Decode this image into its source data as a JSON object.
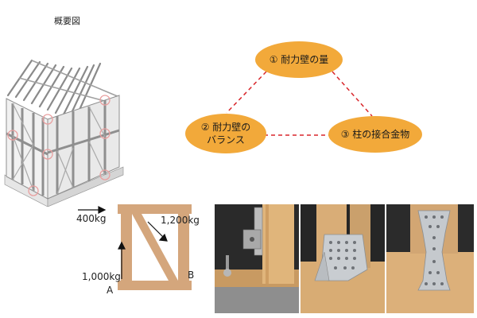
{
  "title": "概要図",
  "triangle": {
    "top": {
      "label": "① 耐力壁の量"
    },
    "left": {
      "line1": "② 耐力壁の",
      "line2": "バランス"
    },
    "right": {
      "label": "③ 柱の接合金物"
    }
  },
  "brace": {
    "force_top_left": "400kg",
    "force_top_right": "1,200kg",
    "force_bottom_left": "1,000kg",
    "label_a": "A",
    "label_b": "B"
  },
  "colors": {
    "oval": "#f2a93a",
    "dashed_line": "#d9262b",
    "timber": "#d4a67c"
  }
}
